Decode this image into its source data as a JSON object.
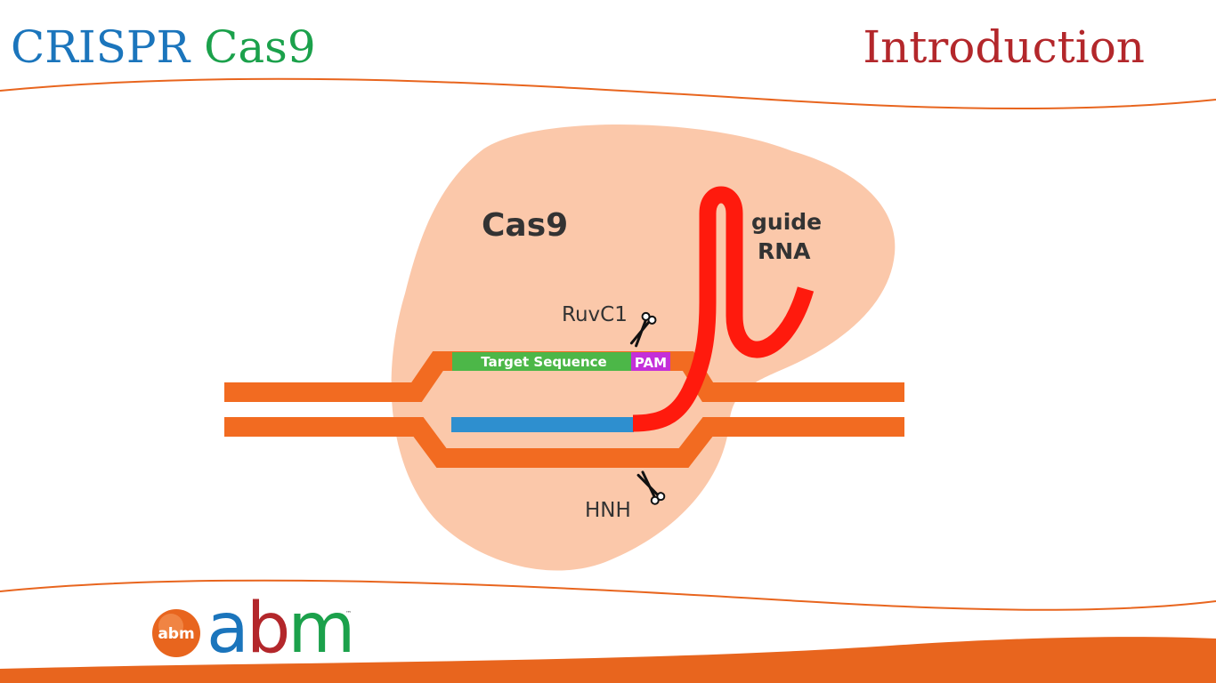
{
  "header": {
    "title_part1": "CRISPR",
    "title_part2": "Cas9",
    "section": "Introduction"
  },
  "diagram": {
    "protein_label": "Cas9",
    "rna_label_line1": "guide",
    "rna_label_line2": "RNA",
    "ruvc_label": "RuvC1",
    "hnh_label": "HNH",
    "target_label": "Target Sequence",
    "pam_label": "PAM"
  },
  "logo": {
    "badge_text": "abm",
    "letter_a": "a",
    "letter_b": "b",
    "letter_m": "m",
    "trademark": "™"
  },
  "colors": {
    "title_blue": "#1b75bc",
    "title_green": "#1ba14b",
    "title_red": "#b3272b",
    "accent_orange": "#e8651e",
    "dna_orange": "#f26b21",
    "protein_peach": "#fbc8aa",
    "target_green": "#4cb748",
    "pam_magenta": "#c42fd9",
    "complement_blue": "#2e8fcf",
    "rna_red": "#ff1a0d"
  }
}
